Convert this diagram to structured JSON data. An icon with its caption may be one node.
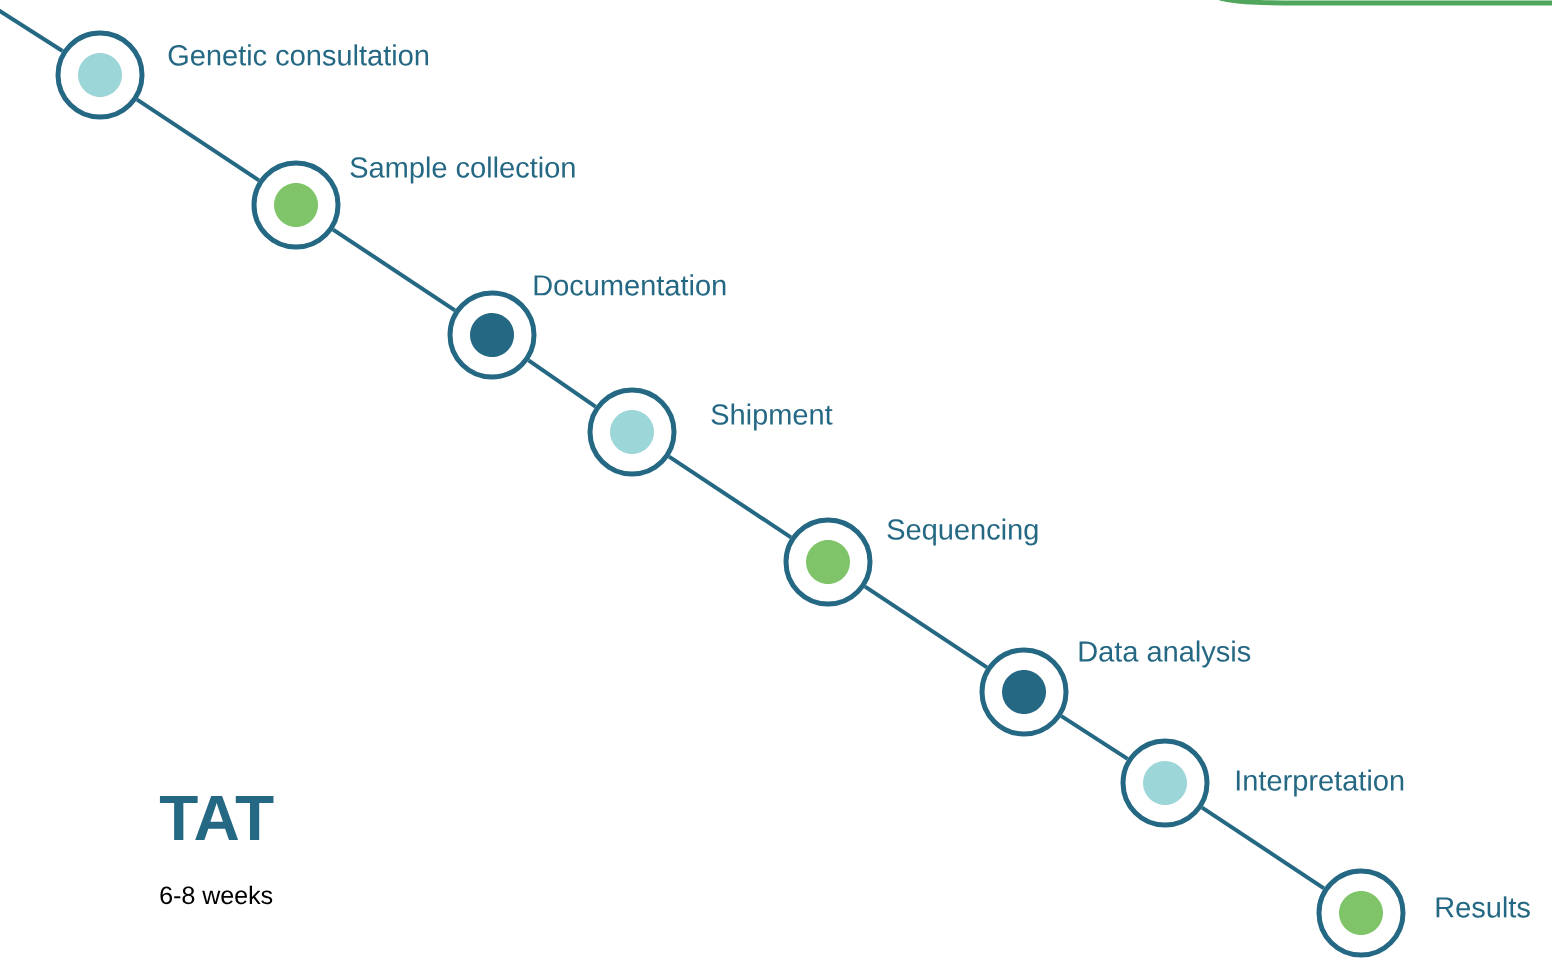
{
  "diagram": {
    "nodes": [
      {
        "text": [],
        "shape": "circle",
        "beside": [
          "Genetic consultation"
        ]
      },
      {
        "text": [],
        "shape": "circle",
        "beside": [
          "Sample collection"
        ]
      },
      {
        "text": [],
        "shape": "circle",
        "beside": [
          "Documentation"
        ]
      },
      {
        "text": [],
        "shape": "circle",
        "beside": [
          "Shipment"
        ]
      },
      {
        "text": [],
        "shape": "circle",
        "beside": [
          "Sequencing"
        ]
      },
      {
        "text": [],
        "shape": "circle",
        "beside": [
          "Data analysis"
        ]
      },
      {
        "text": [],
        "shape": "circle",
        "beside": [
          "Interpretation"
        ]
      },
      {
        "text": [],
        "shape": "circle",
        "beside": [
          "Results"
        ]
      }
    ],
    "edges": [
      {
        "from": null,
        "to": 0,
        "arrow": "none"
      },
      {
        "from": 0,
        "to": 1,
        "arrow": "none"
      },
      {
        "from": 1,
        "to": 2,
        "arrow": "none"
      },
      {
        "from": 2,
        "to": 3,
        "arrow": "none"
      },
      {
        "from": 3,
        "to": 4,
        "arrow": "none"
      },
      {
        "from": 4,
        "to": 5,
        "arrow": "none"
      },
      {
        "from": 5,
        "to": 6,
        "arrow": "none"
      },
      {
        "from": 6,
        "to": 7,
        "arrow": "none"
      }
    ],
    "labels": [
      "TAT",
      "6-8 weeks"
    ]
  }
}
